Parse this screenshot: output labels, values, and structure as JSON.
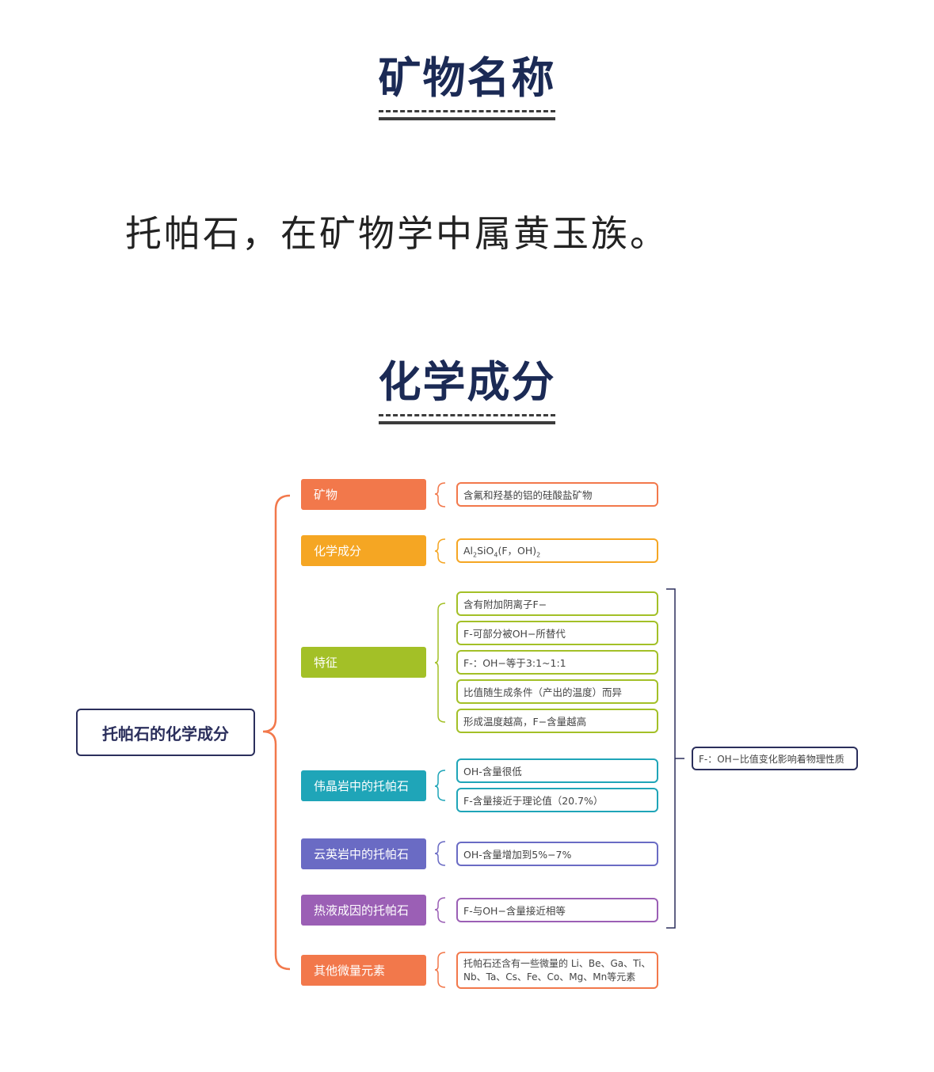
{
  "sections": {
    "mineral_name_title": "矿物名称",
    "chemical_title": "化学成分"
  },
  "intro_text": "托帕石，在矿物学中属黄玉族。",
  "mindmap": {
    "root": "托帕石的化学成分",
    "categories": [
      {
        "label": "矿物",
        "color": "#f2784b",
        "leaves": [
          "含氟和羟基的铝的硅酸盐矿物"
        ]
      },
      {
        "label": "化学成分",
        "color": "#f5a623",
        "leaves": []
      },
      {
        "label": "特征",
        "color": "#a3c027",
        "leaves": [
          "含有附加阴离子F−",
          "F-可部分被OH−所替代",
          "F-：OH−等于3:1~1:1",
          "比值随生成条件（产出的温度）而异",
          "形成温度越高，F−含量越高"
        ]
      },
      {
        "label": "伟晶岩中的托帕石",
        "color": "#1fa5b8",
        "leaves": [
          "OH-含量很低",
          "F-含量接近于理论值（20.7%）"
        ]
      },
      {
        "label": "云英岩中的托帕石",
        "color": "#6a6bc4",
        "leaves": [
          "OH-含量增加到5%−7%"
        ]
      },
      {
        "label": "热液成因的托帕石",
        "color": "#9b5fb5",
        "leaves": [
          "F-与OH−含量接近相等"
        ]
      },
      {
        "label": "其他微量元素",
        "color": "#f2784b",
        "leaves": [
          "托帕石还含有一些微量的 Li、Be、Ga、Ti、",
          "Nb、Ta、Cs、Fe、Co、Mg、Mn等元素"
        ]
      }
    ],
    "formula": {
      "p1": "Al",
      "s1": "2",
      "p2": "SiO",
      "s2": "4",
      "p3": "(F，OH)",
      "s3": "2"
    },
    "summary": "F-：OH−比值变化影响着物理性质"
  }
}
